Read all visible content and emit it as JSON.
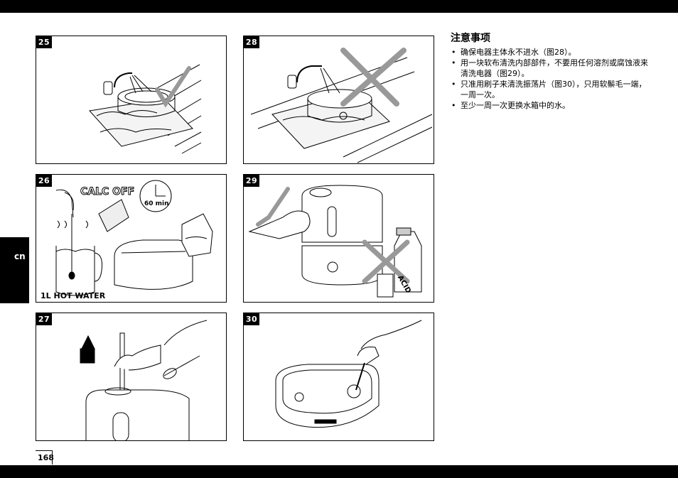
{
  "language_tab": "cn",
  "page_number": "168",
  "panels": {
    "p25": "25",
    "p26": "26",
    "p27": "27",
    "p28": "28",
    "p29": "29",
    "p30": "30"
  },
  "figure_labels": {
    "calc_off": "CALC OFF",
    "timer": "60 min",
    "hot_water": "1L HOT WATER",
    "acid": "ACID"
  },
  "notes": {
    "title": "注意事项",
    "items": [
      "确保电器主体永不进水（图28）。",
      "用一块软布清洗内部部件，不要用任何溶剂或腐蚀液来清洗电器（图29）。",
      "只准用刷子来清洗振荡片（图30），只用软鬃毛一端，一周一次。",
      "至少一周一次更换水箱中的水。"
    ]
  }
}
